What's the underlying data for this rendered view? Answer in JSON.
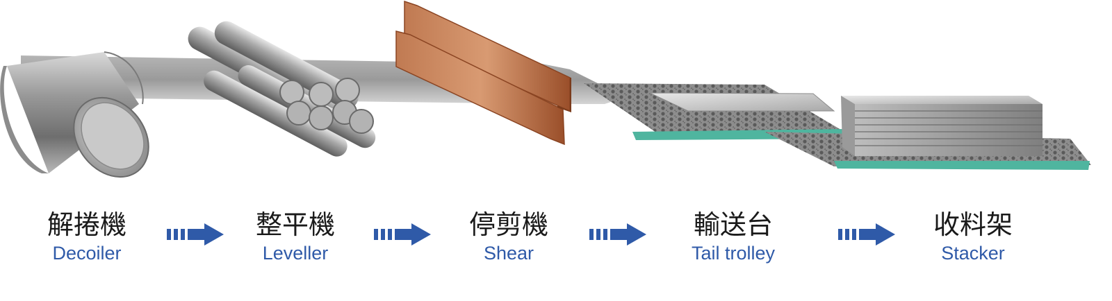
{
  "colors": {
    "label_en": "#2f5aa8",
    "label_zh": "#1a1a1a",
    "arrow": "#2f5aa8",
    "steel": "#9c9c9c",
    "copper": "#b2643b",
    "conveyor_edge": "#4fb59f"
  },
  "stages": [
    {
      "zh": "解捲機",
      "en": "Decoiler",
      "icon": "coil-icon"
    },
    {
      "zh": "整平機",
      "en": "Leveller",
      "icon": "roller-set-icon"
    },
    {
      "zh": "停剪機",
      "en": "Shear",
      "icon": "shear-blade-icon"
    },
    {
      "zh": "輸送台",
      "en": "Tail trolley",
      "icon": "conveyor-icon"
    },
    {
      "zh": "收料架",
      "en": "Stacker",
      "icon": "sheet-stack-icon"
    }
  ],
  "arrows": [
    {
      "icon": "flow-arrow-icon"
    },
    {
      "icon": "flow-arrow-icon"
    },
    {
      "icon": "flow-arrow-icon"
    },
    {
      "icon": "flow-arrow-icon"
    }
  ]
}
